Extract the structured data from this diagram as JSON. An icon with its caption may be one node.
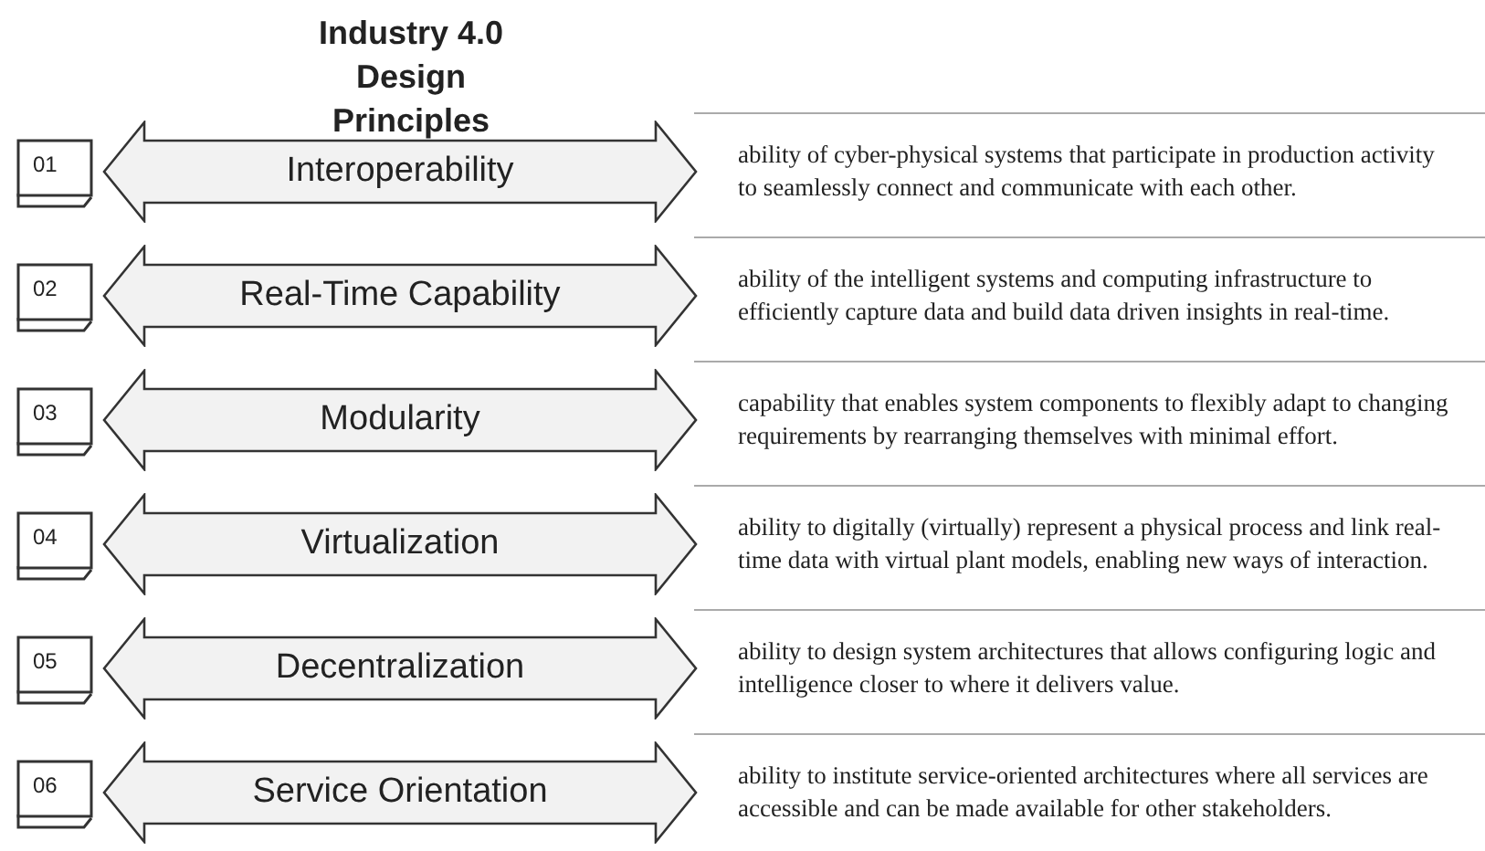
{
  "diagram": {
    "title": "Industry 4.0 Design Principles",
    "nodes": [
      {
        "text": [
          "01"
        ]
      },
      {
        "text": [
          "Interoperability"
        ],
        "beside": [
          "ability of cyber-physical systems that participate in production activity to seamlessly connect and communicate with each other."
        ]
      },
      {
        "text": [
          "02"
        ]
      },
      {
        "text": [
          "Real-Time Capability"
        ],
        "beside": [
          "ability of the intelligent systems and computing infrastructure to efficiently capture data and build data driven insights in real-time."
        ]
      },
      {
        "text": [
          "03"
        ]
      },
      {
        "text": [
          "Modularity"
        ],
        "beside": [
          "capability that enables system components to flexibly adapt to changing requirements by rearranging themselves with minimal effort."
        ]
      },
      {
        "text": [
          "04"
        ]
      },
      {
        "text": [
          "Virtualization"
        ],
        "beside": [
          "ability to digitally (virtually) represent a physical process and link real-time data with virtual plant models, enabling new ways of interaction."
        ]
      },
      {
        "text": [
          "05"
        ]
      },
      {
        "text": [
          "Decentralization"
        ],
        "beside": [
          "ability to design system architectures that allows configuring logic and intelligence closer to where it delivers value."
        ]
      },
      {
        "text": [
          "06"
        ]
      },
      {
        "text": [
          "Service Orientation"
        ],
        "beside": [
          "ability to institute service-oriented architectures where all services are accessible and can be made available for other stakeholders."
        ]
      }
    ],
    "edges": []
  }
}
